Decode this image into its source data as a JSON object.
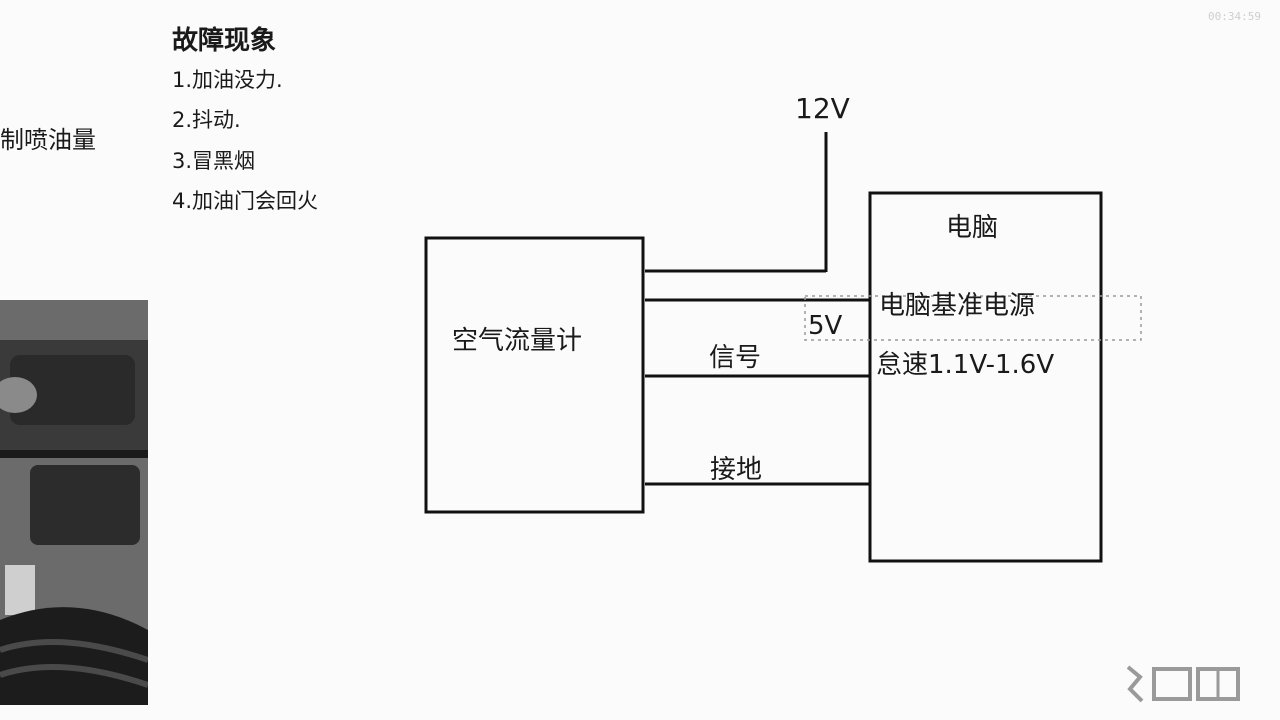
{
  "left_clip": {
    "text": "制喷油量"
  },
  "symptoms": {
    "title": "故障现象",
    "items": [
      "1.加油没力.",
      "2.抖动.",
      "3.冒黑烟",
      "4.加油门会回火"
    ]
  },
  "diagram": {
    "sensor_label": "空气流量计",
    "supply_label": "12V",
    "ecu_title": "电脑",
    "ecu_ref_label": "电脑基准电源",
    "ref_voltage_label": "5V",
    "signal_label": "信号",
    "idle_label": "怠速1.1V-1.6V",
    "ground_label": "接地"
  },
  "timestamp": "00:34:59",
  "colors": {
    "line": "#111111",
    "background": "#fbfbfb",
    "dashed": "#999999"
  },
  "icons": {
    "watermark": "lexiang-logo-icon"
  }
}
